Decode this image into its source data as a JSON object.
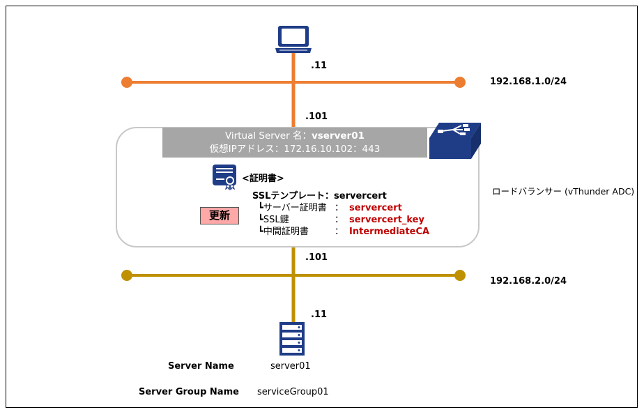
{
  "colors": {
    "upper_network": "#ed7d31",
    "lower_network": "#bf9000",
    "icon": "#1f3d87",
    "highlight": "#c00000",
    "update_button": "#ffa8a8"
  },
  "client": {
    "icon": "laptop-icon",
    "host_ip": ".11"
  },
  "upper_network": {
    "subnet": "192.168.1.0/24",
    "lb_ip": ".101"
  },
  "load_balancer": {
    "icon": "switch-icon",
    "label": "ロードバランサー (vThunder ADC)",
    "virtual_server_prefix": "Virtual Server 名：",
    "virtual_server_name": "vserver01",
    "virtual_ip_line": "仮想IPアドレス：172.16.10.102：443",
    "certificate_title": "<証明書>",
    "ssl_template": "SSLテンプレート：servercert",
    "rows": [
      {
        "key": "┗サーバー証明書",
        "sep": "：",
        "value": "servercert"
      },
      {
        "key": "┗SSL鍵",
        "sep": "：",
        "value": "servercert_key"
      },
      {
        "key": "┗中間証明書",
        "sep": "：",
        "value": "IntermediateCA"
      }
    ],
    "update_label": "更新"
  },
  "lower_network": {
    "subnet": "192.168.2.0/24",
    "lb_ip": ".101"
  },
  "server": {
    "icon": "server-icon",
    "host_ip": ".11",
    "name_label": "Server Name",
    "name": "server01",
    "group_label": "Server Group Name",
    "group": "serviceGroup01"
  }
}
